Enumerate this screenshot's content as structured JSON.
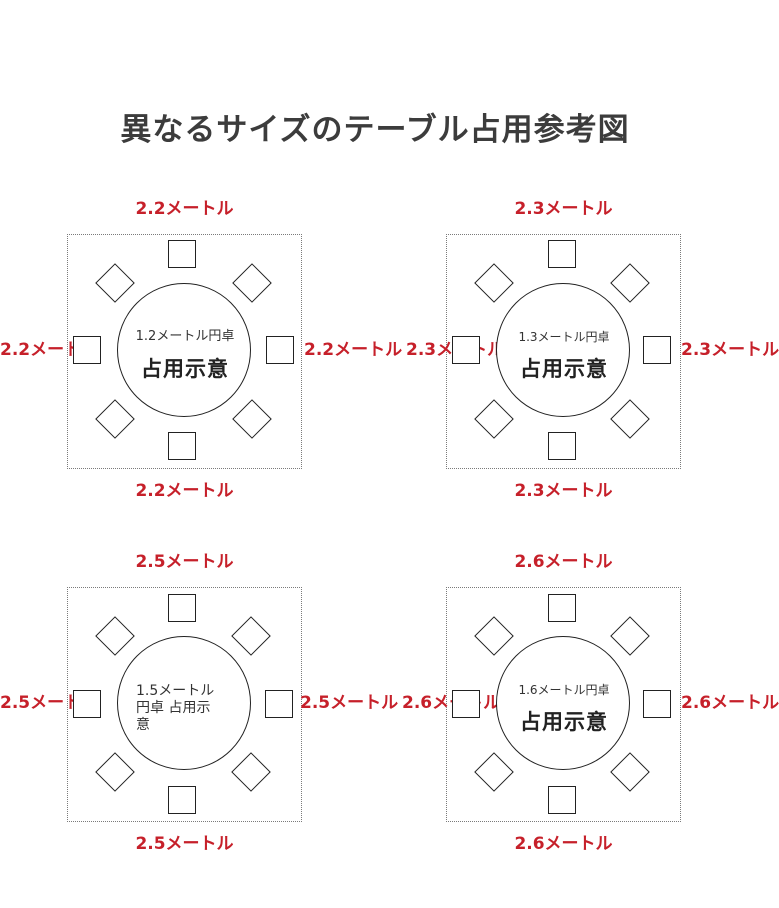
{
  "title": "異なるサイズのテーブル占用参考図",
  "note_text": "占用示意",
  "panels": [
    {
      "table_label": "1.2メートル円卓",
      "dims": {
        "top": "2.2メートル",
        "bottom": "2.2メートル",
        "left": "2.2メートル",
        "right": "2.2メートル"
      }
    },
    {
      "table_label": "1.3メートル円卓",
      "dims": {
        "top": "2.3メートル",
        "bottom": "2.3メートル",
        "left": "2.3メートル",
        "right": "2.3メートル"
      }
    },
    {
      "table_label": "1.5メートル円卓 占用示意",
      "dims": {
        "top": "2.5メートル",
        "bottom": "2.5メートル",
        "left": "2.5メートル",
        "right": "2.5メートル"
      }
    },
    {
      "table_label": "1.6メートル円卓",
      "dims": {
        "top": "2.6メートル",
        "bottom": "2.6メートル",
        "left": "2.6メートル",
        "right": "2.6メートル"
      }
    }
  ],
  "colors": {
    "dimension_text": "#c6202a",
    "title_text": "#3c3c3c",
    "outline": "#222222"
  }
}
